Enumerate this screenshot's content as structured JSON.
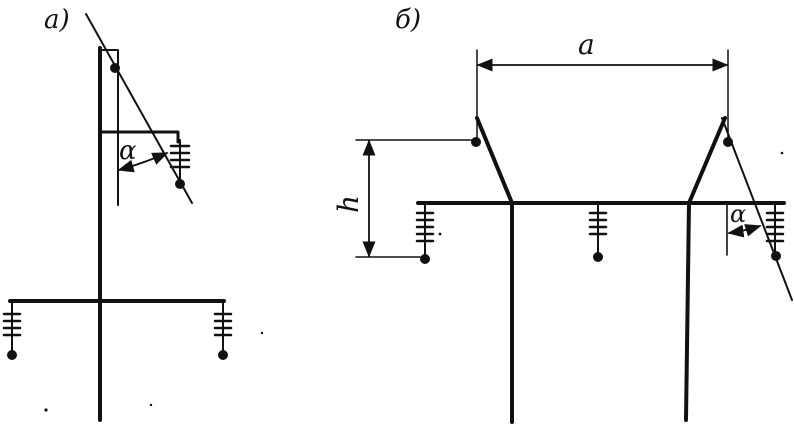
{
  "labels": {
    "panel_a": "а)",
    "panel_b": "б)",
    "dim_a": "a",
    "dim_h": "h",
    "angle_a": "α",
    "angle_b": "α"
  }
}
